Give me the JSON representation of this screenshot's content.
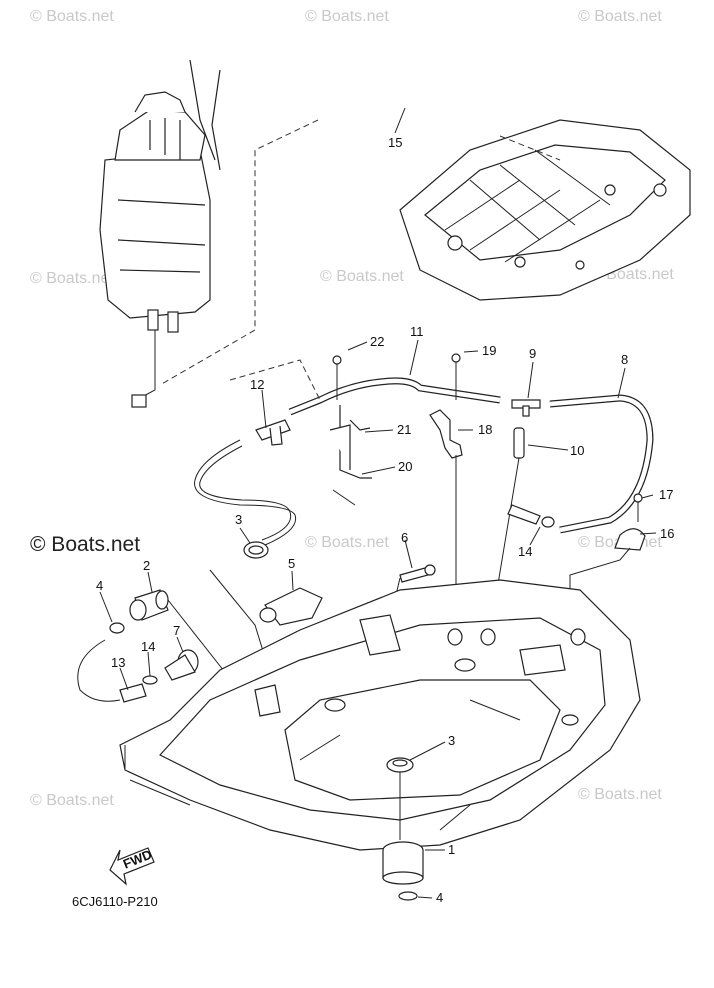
{
  "watermarks": {
    "text": "© Boats.net",
    "prominent": "© Boats.net"
  },
  "diagram_code": "6CJ6110-P210",
  "fwd_label": "FWD",
  "callouts": {
    "c1": "1",
    "c2": "2",
    "c3a": "3",
    "c3b": "3",
    "c4a": "4",
    "c4b": "4",
    "c5": "5",
    "c6": "6",
    "c7": "7",
    "c8": "8",
    "c9": "9",
    "c10": "10",
    "c11": "11",
    "c12": "12",
    "c13": "13",
    "c14a": "14",
    "c14b": "14",
    "c15": "15",
    "c16": "16",
    "c17": "17",
    "c18": "18",
    "c19": "19",
    "c20": "20",
    "c21": "21",
    "c22": "22"
  },
  "colors": {
    "line": "#222222",
    "watermark": "#c9c9c9",
    "background": "#ffffff"
  }
}
